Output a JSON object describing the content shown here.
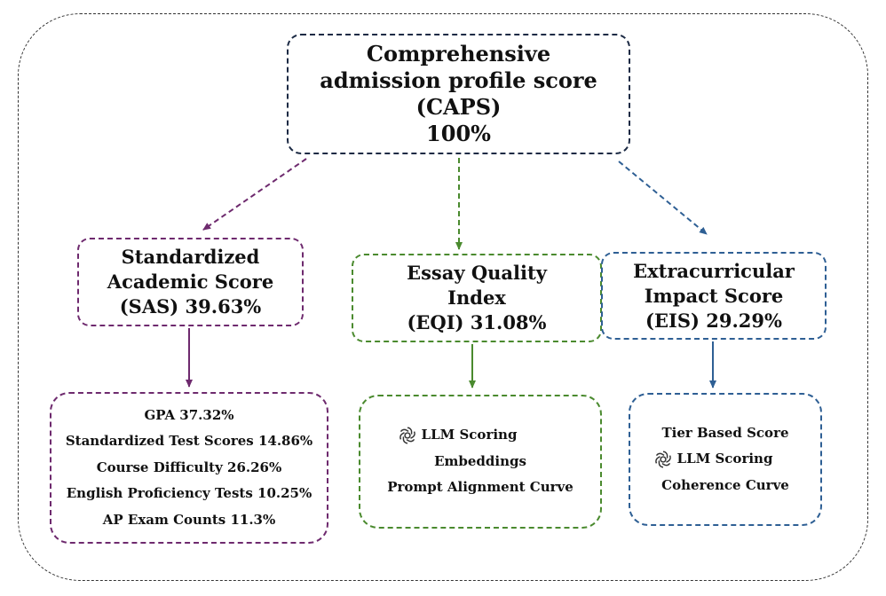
{
  "top": {
    "lines": [
      "Comprehensive",
      "admission profile score",
      "(CAPS)",
      "100%"
    ]
  },
  "sas": {
    "lines": [
      "Standardized",
      "Academic Score",
      "(SAS) 39.63%"
    ],
    "items": [
      "GPA 37.32%",
      "Standardized Test Scores 14.86%",
      "Course Difficulty 26.26%",
      "English Proficiency Tests 10.25%",
      "AP Exam Counts 11.3%"
    ]
  },
  "eqi": {
    "lines": [
      "Essay Quality",
      "Index",
      "(EQI) 31.08%"
    ],
    "items": [
      "LLM Scoring",
      "Embeddings",
      "Prompt Alignment Curve"
    ]
  },
  "eis": {
    "lines": [
      "Extracurricular",
      "Impact Score",
      "(EIS) 29.29%"
    ],
    "items": [
      "Tier Based Score",
      "LLM Scoring",
      "Coherence Curve"
    ]
  },
  "colors": {
    "top": "#1c2a44",
    "sas": "#6e2a6e",
    "eqi": "#4a8a2e",
    "eis": "#2e5f94"
  },
  "icons": {
    "llm": "openai-logo-icon"
  }
}
